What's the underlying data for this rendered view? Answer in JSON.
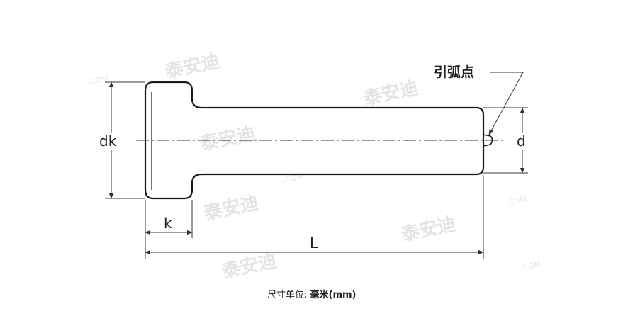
{
  "labels": {
    "dk": "dk",
    "d": "d",
    "k": "k",
    "L": "L",
    "arc_point": "引弧点"
  },
  "caption": {
    "prefix": "尺寸单位: ",
    "unit": "毫米(mm)"
  },
  "watermark": {
    "text": "泰安迪",
    "domain": ".COM"
  },
  "colors": {
    "outline": "#1a1a1a",
    "dimension": "#333333",
    "watermark": "#e4e4e4"
  }
}
